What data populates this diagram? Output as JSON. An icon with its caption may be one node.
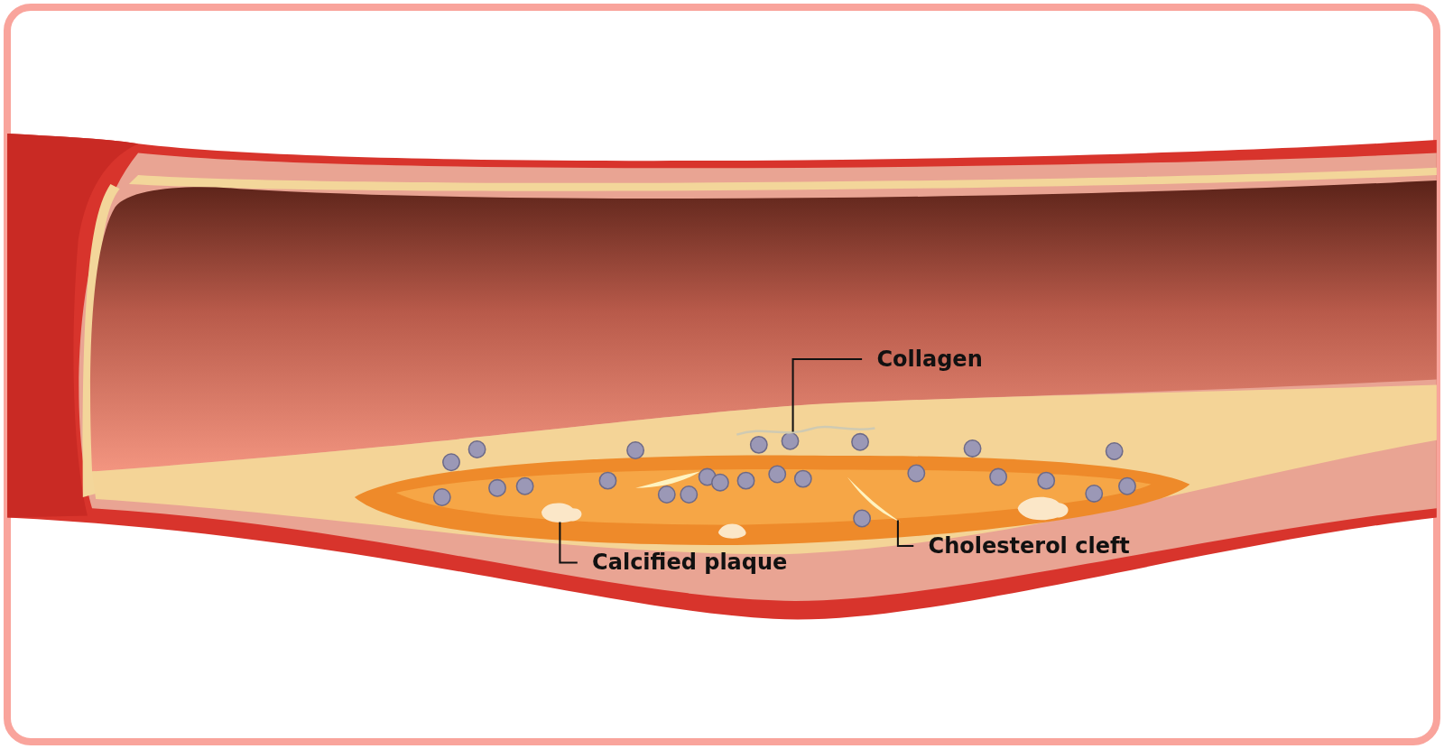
{
  "diagram": {
    "nodes": [
      {
        "text": [
          "Collagen"
        ]
      },
      {
        "text": [],
        "shape": "picture"
      },
      {
        "text": [
          "Calcified plaque"
        ]
      },
      {
        "text": [],
        "shape": "picture"
      },
      {
        "text": [
          "Cholesterol cleft"
        ]
      },
      {
        "text": [],
        "shape": "picture"
      }
    ],
    "edges": [
      {
        "from": 0,
        "to": 1,
        "arrow": "none"
      },
      {
        "from": 2,
        "to": 3,
        "arrow": "none"
      },
      {
        "from": 4,
        "to": 5,
        "arrow": "none"
      }
    ]
  }
}
